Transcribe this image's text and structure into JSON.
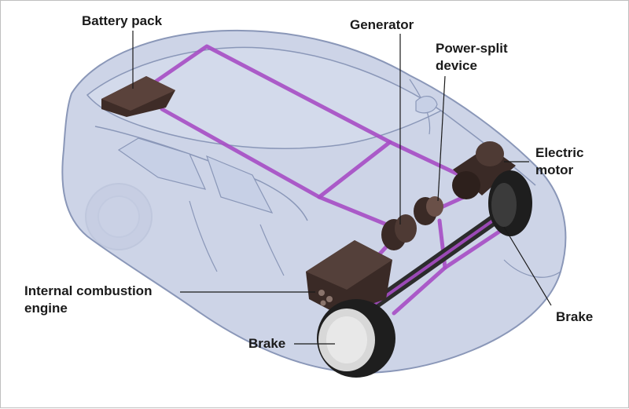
{
  "diagram": {
    "labels": {
      "battery_pack": "Battery pack",
      "generator": "Generator",
      "power_split_line1": "Power-split",
      "power_split_line2": "device",
      "electric_motor_line1": "Electric",
      "electric_motor_line2": "motor",
      "ice_line1": "Internal combustion",
      "ice_line2": "engine",
      "brake_front": "Brake",
      "brake_rear": "Brake"
    },
    "colors": {
      "car_body": "#b9c3dc",
      "car_outline": "#8a97b8",
      "wiring": "#a64cc4",
      "components": "#3a2a26",
      "tire": "#1e1e1e",
      "leader_line": "#1a1a1a"
    }
  }
}
